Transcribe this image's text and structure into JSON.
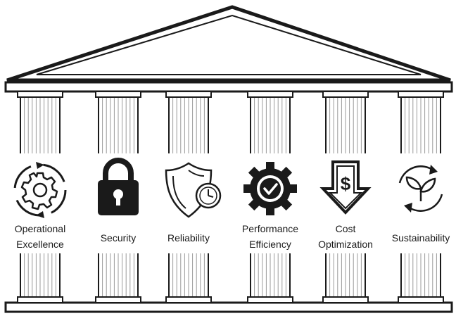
{
  "pillars": [
    {
      "lines": [
        "Operational",
        "Excellence"
      ],
      "icon": "gear-cycle-icon"
    },
    {
      "lines": [
        "Security"
      ],
      "icon": "padlock-icon"
    },
    {
      "lines": [
        "Reliability"
      ],
      "icon": "shield-clock-icon"
    },
    {
      "lines": [
        "Performance",
        "Efficiency"
      ],
      "icon": "gear-check-icon"
    },
    {
      "lines": [
        "Cost",
        "Optimization"
      ],
      "icon": "dollar-down-arrow-icon"
    },
    {
      "lines": [
        "Sustainability"
      ],
      "icon": "recycle-leaves-icon"
    }
  ],
  "colors": {
    "line": "#1a1a1a",
    "fill": "#ffffff",
    "flute": "#9a9a9a"
  }
}
